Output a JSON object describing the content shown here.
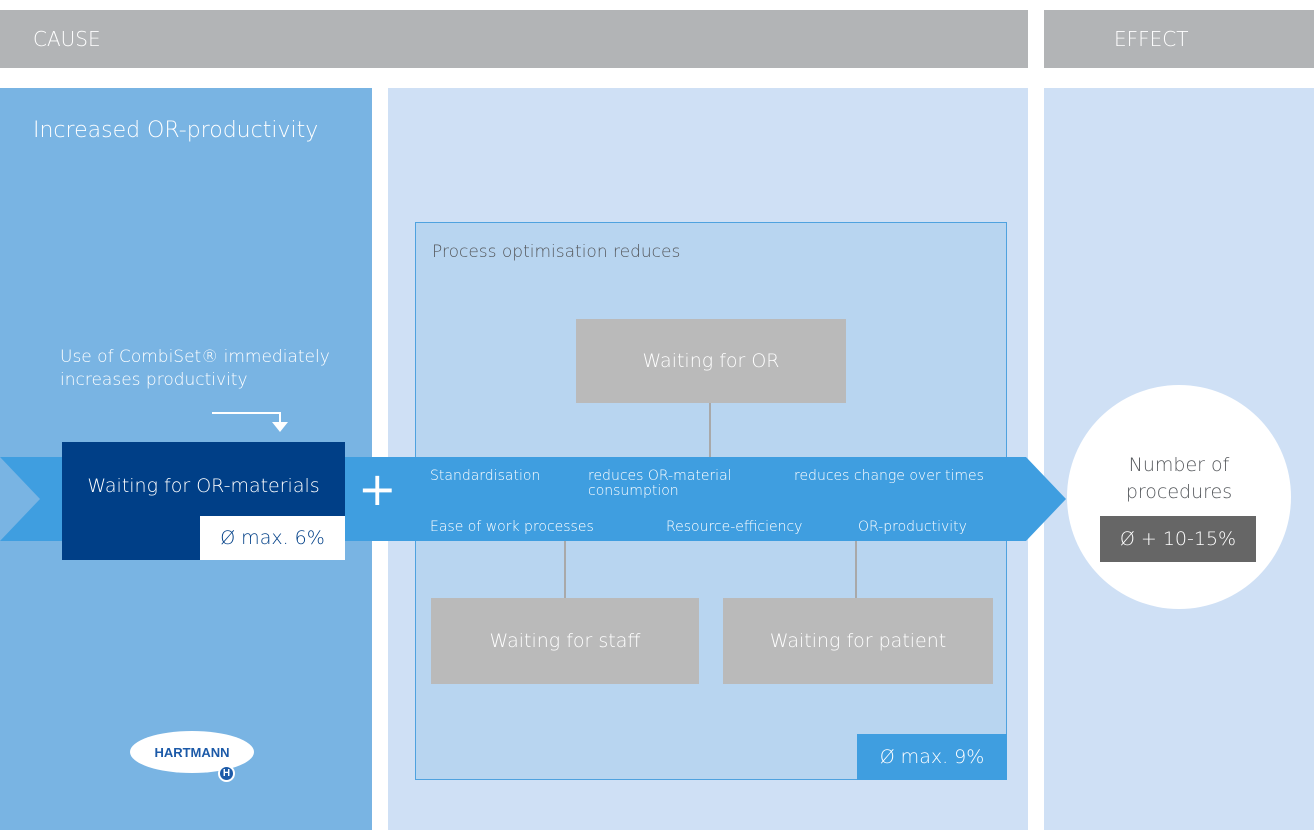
{
  "header": {
    "cause": "CAUSE",
    "effect": "EFFECT"
  },
  "left": {
    "title": "Increased OR-productivity",
    "note_line1": "Use of CombiSet® immediately",
    "note_line2": "increases productivity",
    "box_label": "Waiting for OR-materials",
    "box_value": "Ø max. 6%",
    "logo_text": "HARTMANN"
  },
  "plus_symbol": "+",
  "process": {
    "title": "Process optimisation reduces",
    "top_box": "Waiting for OR",
    "bottom_left_box": "Waiting for staff",
    "bottom_right_box": "Waiting for patient",
    "value": "Ø max. 9%"
  },
  "arrow_labels": {
    "row1": [
      "Standardisation",
      "reduces OR-material consumption",
      "reduces change over times"
    ],
    "row2": [
      "Ease of work processes",
      "Resource-efficiency",
      "OR-productivity"
    ]
  },
  "effect": {
    "label_line1": "Number of",
    "label_line2": "procedures",
    "value": "Ø + 10-15%"
  },
  "colors": {
    "header_gray": "#b2b4b6",
    "cause_blue": "#79b4e3",
    "light_blue": "#cfe0f5",
    "arrow_blue": "#3f9ee0",
    "dark_navy": "#003f87",
    "box_gray": "#bababa",
    "badge_dark_gray": "#666666"
  }
}
